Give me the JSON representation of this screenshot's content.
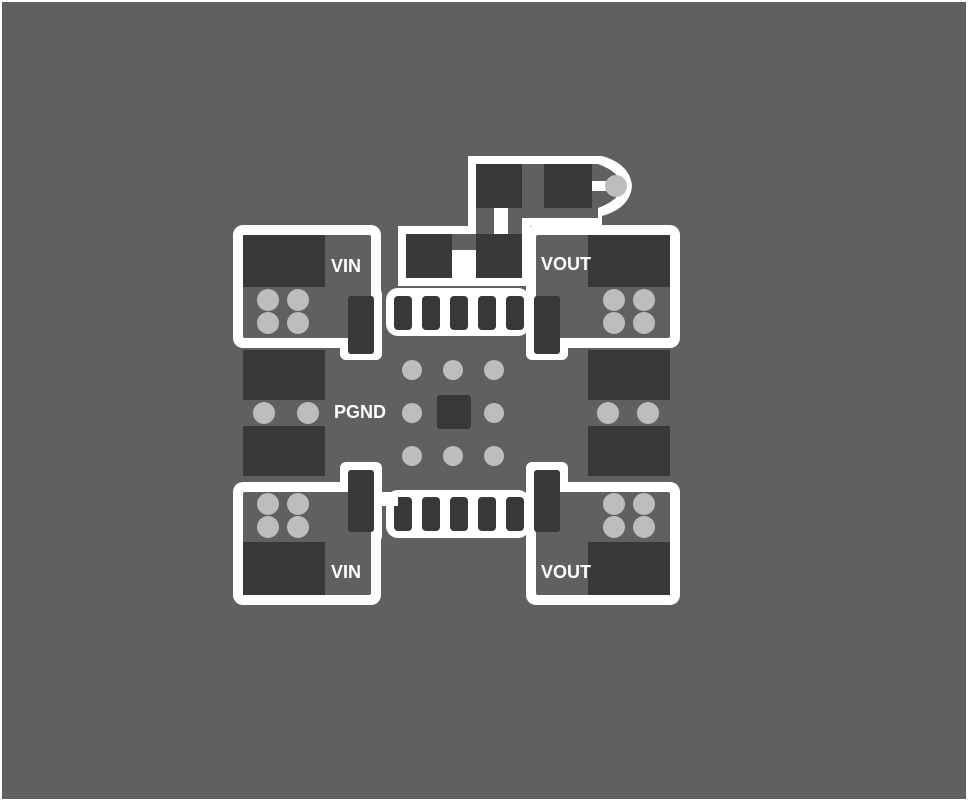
{
  "labels": {
    "vin_top": "VIN",
    "vout_top": "VOUT",
    "pgnd": "PGND",
    "vin_bottom": "VIN",
    "vout_bottom": "VOUT"
  },
  "colors": {
    "board": "#606060",
    "copper_outline": "#ffffff",
    "pad": "#383838",
    "via": "#bdbdbd",
    "label": "#ffffff"
  }
}
